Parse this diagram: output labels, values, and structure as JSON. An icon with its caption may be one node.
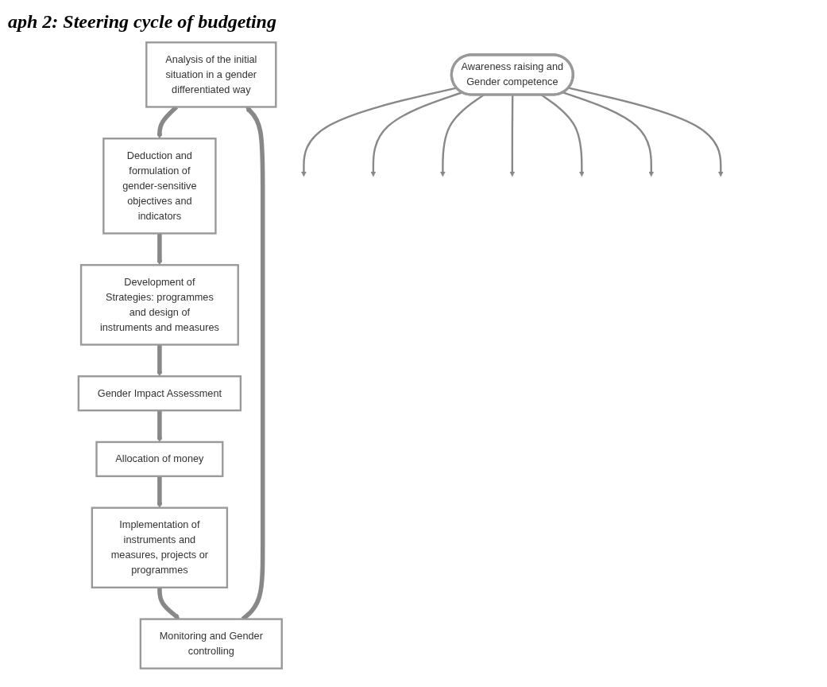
{
  "diagram": {
    "title": "aph 2: Steering cycle of budgeting",
    "nodes": [
      {
        "text": [
          "Analysis of the initial situation in a gender differentiated way"
        ]
      },
      {
        "text": [
          "Deduction and formulation of gender-sensitive objectives and indicators"
        ]
      },
      {
        "text": [
          "Development of Strategies: programmes and design of instruments and measures"
        ]
      },
      {
        "text": [
          "Gender Impact Assessment"
        ]
      },
      {
        "text": [
          "Allocation of money"
        ]
      },
      {
        "text": [
          "Implementation of instruments and measures, projects or programmes"
        ]
      },
      {
        "text": [
          "Monitoring and Gender controlling"
        ]
      },
      {
        "text": [
          "Awareness raising and Gender competence"
        ]
      }
    ],
    "edges": [
      {
        "from": 6,
        "to": 0,
        "arrow": "to",
        "style": "thick"
      },
      {
        "from": 0,
        "to": 1,
        "arrow": "to",
        "style": "thick"
      },
      {
        "from": 1,
        "to": 2,
        "arrow": "to",
        "style": "thick"
      },
      {
        "from": 2,
        "to": 3,
        "arrow": "to",
        "style": "thick"
      },
      {
        "from": 3,
        "to": 4,
        "arrow": "to",
        "style": "thick"
      },
      {
        "from": 4,
        "to": 5,
        "arrow": "to",
        "style": "thick"
      },
      {
        "from": 5,
        "to": 6,
        "arrow": "to",
        "style": "thick"
      },
      {
        "from": 7,
        "to": null,
        "arrow": "to"
      },
      {
        "from": 7,
        "to": null,
        "arrow": "to"
      },
      {
        "from": 7,
        "to": null,
        "arrow": "to"
      },
      {
        "from": 7,
        "to": null,
        "arrow": "to"
      },
      {
        "from": 7,
        "to": null,
        "arrow": "to"
      },
      {
        "from": 7,
        "to": null,
        "arrow": "to"
      },
      {
        "from": 7,
        "to": null,
        "arrow": "to"
      }
    ]
  }
}
